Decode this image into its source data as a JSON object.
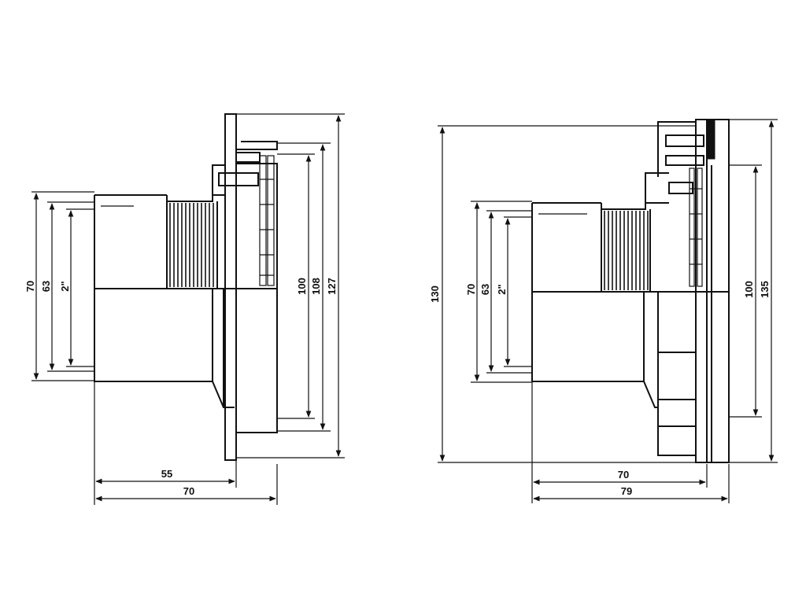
{
  "left_view": {
    "dims": {
      "d70": "70",
      "d63": "63",
      "d2in": "2\"",
      "d100": "100",
      "d108": "108",
      "d127": "127",
      "d55": "55",
      "d70b": "70"
    }
  },
  "right_view": {
    "dims": {
      "d130": "130",
      "d70": "70",
      "d63": "63",
      "d2in": "2\"",
      "d100": "100",
      "d135": "135",
      "d70b": "70",
      "d79": "79"
    }
  }
}
